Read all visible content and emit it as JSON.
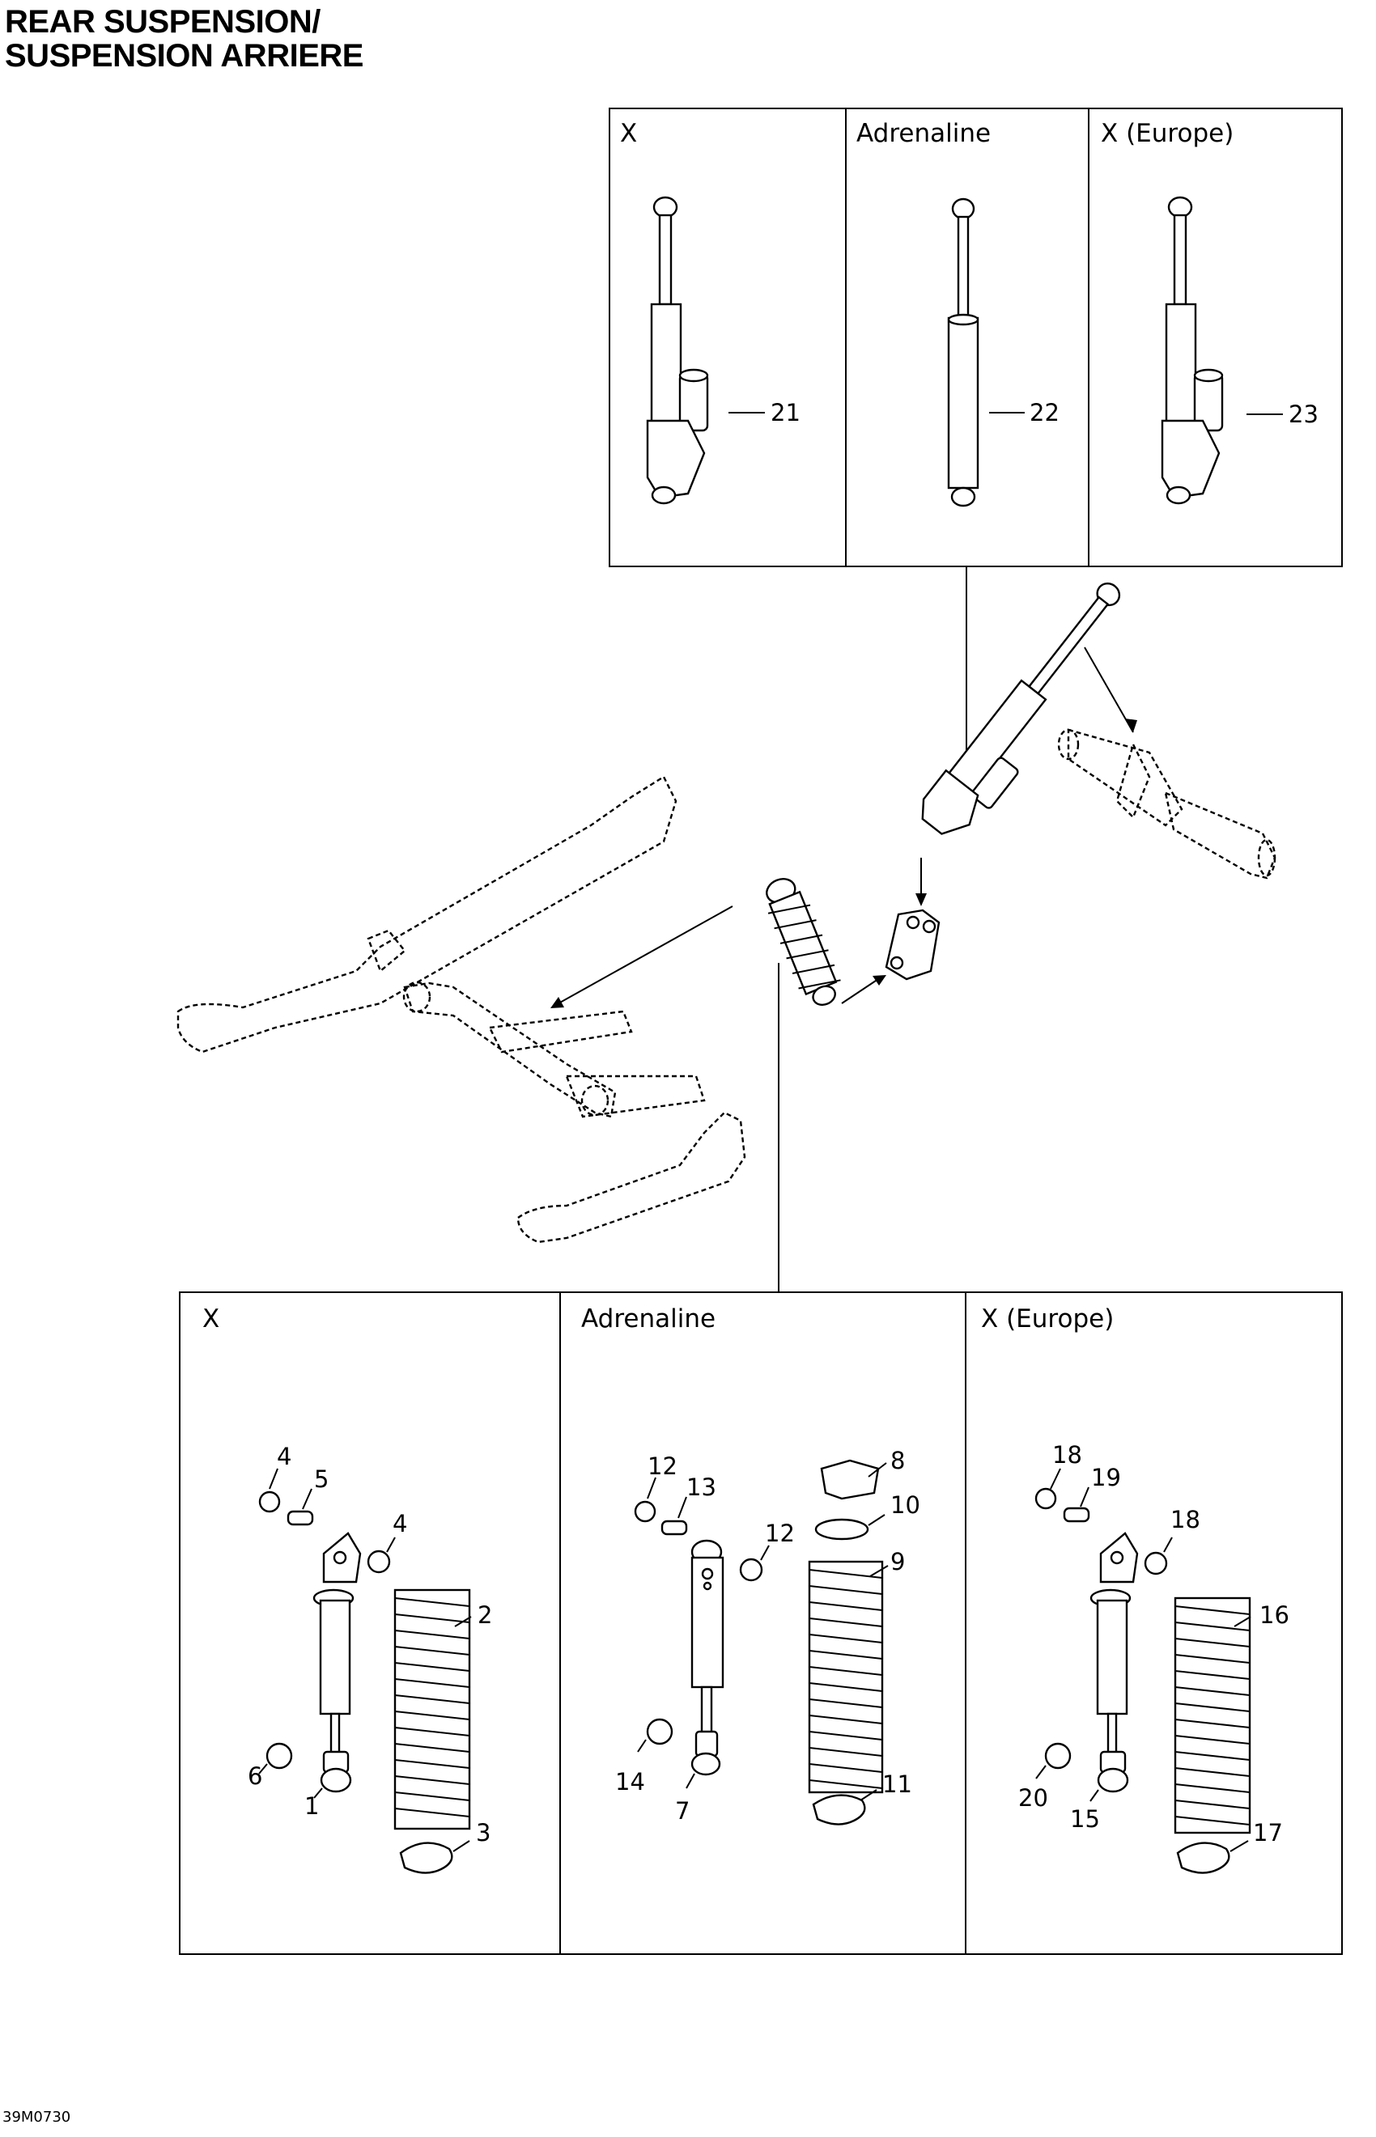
{
  "title": {
    "line1": "REAR SUSPENSION/",
    "line2": "SUSPENSION ARRIERE"
  },
  "figure_code": "39M0730",
  "top_panel": {
    "columns": [
      {
        "header": "X",
        "part": "21"
      },
      {
        "header": "Adrenaline",
        "part": "22"
      },
      {
        "header": "X (Europe)",
        "part": "23"
      }
    ]
  },
  "bottom_panel": {
    "columns": [
      {
        "header": "X",
        "parts": [
          "4",
          "5",
          "4",
          "2",
          "6",
          "1",
          "3"
        ]
      },
      {
        "header": "Adrenaline",
        "parts": [
          "12",
          "13",
          "8",
          "10",
          "12",
          "9",
          "14",
          "7",
          "11"
        ]
      },
      {
        "header": "X (Europe)",
        "parts": [
          "18",
          "19",
          "18",
          "16",
          "20",
          "15",
          "17"
        ]
      }
    ]
  }
}
